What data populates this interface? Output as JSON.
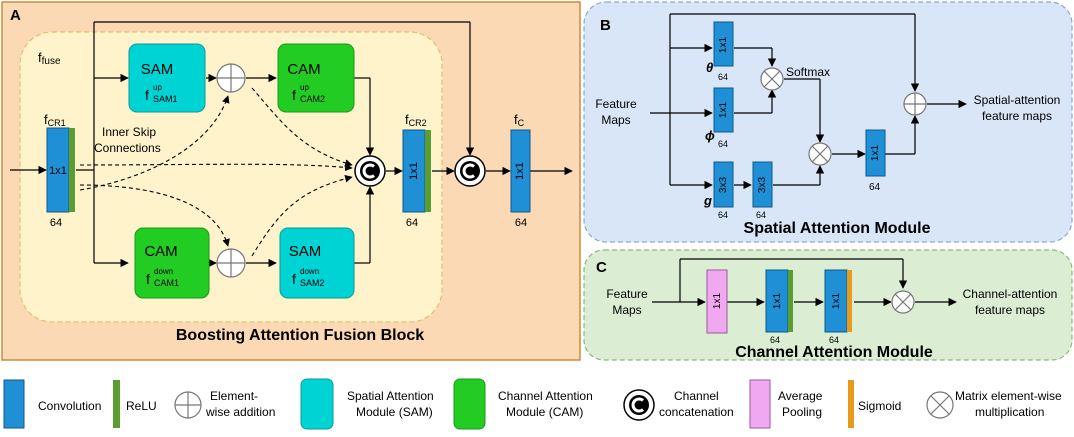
{
  "panelA": {
    "letter": "A",
    "title": "Boosting Attention Fusion Block",
    "fuse_label": "f",
    "fuse_sub": "fuse",
    "skip_line1": "Inner Skip",
    "skip_line2": "Connections",
    "cr1_label": "f",
    "cr1_sub": "CR1",
    "cr2_label": "f",
    "cr2_sub": "CR2",
    "c_label": "f",
    "c_sub": "C",
    "conv_text": "1x1",
    "ch64": "64",
    "sam_title": "SAM",
    "cam_title": "CAM",
    "f": "f",
    "sup_up": "up",
    "sup_down": "down",
    "sub_sam1": "SAM1",
    "sub_cam2": "CAM2",
    "sub_cam1": "CAM1",
    "sub_sam2": "SAM2"
  },
  "panelB": {
    "letter": "B",
    "title": "Spatial Attention Module",
    "input_line1": "Feature",
    "input_line2": "Maps",
    "theta": "θ",
    "phi": "ϕ",
    "g": "g",
    "conv1x1": "1x1",
    "conv3x3": "3x3",
    "ch64": "64",
    "softmax": "Softmax",
    "output_line1": "Spatial-attention",
    "output_line2": "feature maps"
  },
  "panelC": {
    "letter": "C",
    "title": "Channel Attention Module",
    "input_line1": "Feature",
    "input_line2": "Maps",
    "conv1x1": "1x1",
    "ch64": "64",
    "output_line1": "Channel-attention",
    "output_line2": "feature maps"
  },
  "legend": {
    "convolution": "Convolution",
    "relu": "ReLU",
    "addition_line1": "Element-",
    "addition_line2": "wise addition",
    "sam_line1": "Spatial Attention",
    "sam_line2": "Module (SAM)",
    "cam_line1": "Channel Attention",
    "cam_line2": "Module (CAM)",
    "concat_line1": "Channel",
    "concat_line2": "concatenation",
    "avgpool_line1": "Average",
    "avgpool_line2": "Pooling",
    "sigmoid": "Sigmoid",
    "matmul_line1": "Matrix element-wise",
    "matmul_line2": "multiplication"
  },
  "colors": {
    "conv": "#1f8fd6",
    "relu": "#5a9e32",
    "sam": "#00d3d3",
    "cam": "#22cc22",
    "avgpool": "#f0a8f0",
    "sigmoid": "#e89a1a",
    "panelA_bg": "#fbd9b5",
    "fuse_bg": "#fff3cc",
    "panelB_bg": "#d8e6f8",
    "panelC_bg": "#dbeed4"
  }
}
